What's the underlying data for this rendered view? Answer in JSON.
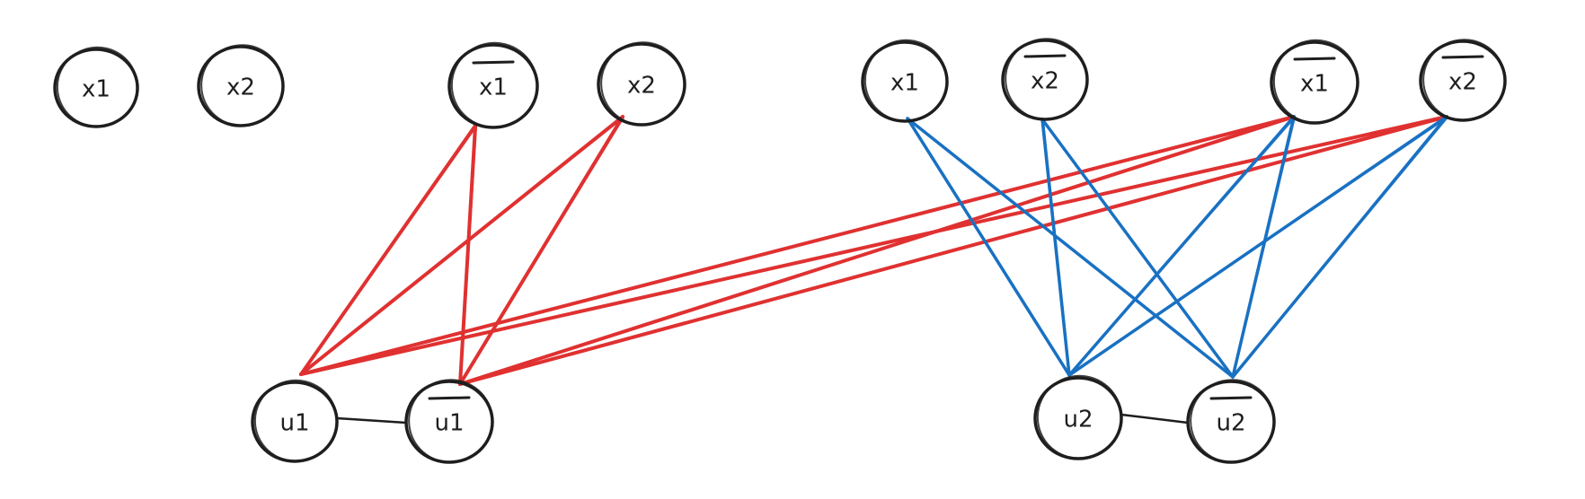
{
  "nodes": [
    {
      "id": "n1",
      "label": "x1",
      "negated": false
    },
    {
      "id": "n2",
      "label": "x2",
      "negated": false
    },
    {
      "id": "n3",
      "label": "x1",
      "negated": true
    },
    {
      "id": "n4",
      "label": "x2",
      "negated": false
    },
    {
      "id": "n5",
      "label": "x1",
      "negated": false
    },
    {
      "id": "n6",
      "label": "x2",
      "negated": true
    },
    {
      "id": "n7",
      "label": "x1",
      "negated": true
    },
    {
      "id": "n8",
      "label": "x2",
      "negated": true
    },
    {
      "id": "u1",
      "label": "u1",
      "negated": false
    },
    {
      "id": "u1n",
      "label": "u1",
      "negated": true
    },
    {
      "id": "u2",
      "label": "u2",
      "negated": false
    },
    {
      "id": "u2n",
      "label": "u2",
      "negated": true
    }
  ],
  "edges": [
    {
      "from": "n3",
      "to": "u1",
      "color": "red"
    },
    {
      "from": "n3",
      "to": "u1n",
      "color": "red"
    },
    {
      "from": "n4",
      "to": "u1",
      "color": "red"
    },
    {
      "from": "n4",
      "to": "u1n",
      "color": "red"
    },
    {
      "from": "n7",
      "to": "u1",
      "color": "red"
    },
    {
      "from": "n7",
      "to": "u1n",
      "color": "red"
    },
    {
      "from": "n8",
      "to": "u1",
      "color": "red"
    },
    {
      "from": "n8",
      "to": "u1n",
      "color": "red"
    },
    {
      "from": "n5",
      "to": "u2",
      "color": "blue"
    },
    {
      "from": "n5",
      "to": "u2n",
      "color": "blue"
    },
    {
      "from": "n6",
      "to": "u2",
      "color": "blue"
    },
    {
      "from": "n6",
      "to": "u2n",
      "color": "blue"
    },
    {
      "from": "n7",
      "to": "u2",
      "color": "blue"
    },
    {
      "from": "n7",
      "to": "u2n",
      "color": "blue"
    },
    {
      "from": "n8",
      "to": "u2",
      "color": "blue"
    },
    {
      "from": "n8",
      "to": "u2n",
      "color": "blue"
    },
    {
      "from": "u1",
      "to": "u1n",
      "color": "black"
    },
    {
      "from": "u2",
      "to": "u2n",
      "color": "black"
    }
  ],
  "colors": {
    "red": "#e03131",
    "blue": "#1971c2",
    "black": "#1e1e1e"
  }
}
